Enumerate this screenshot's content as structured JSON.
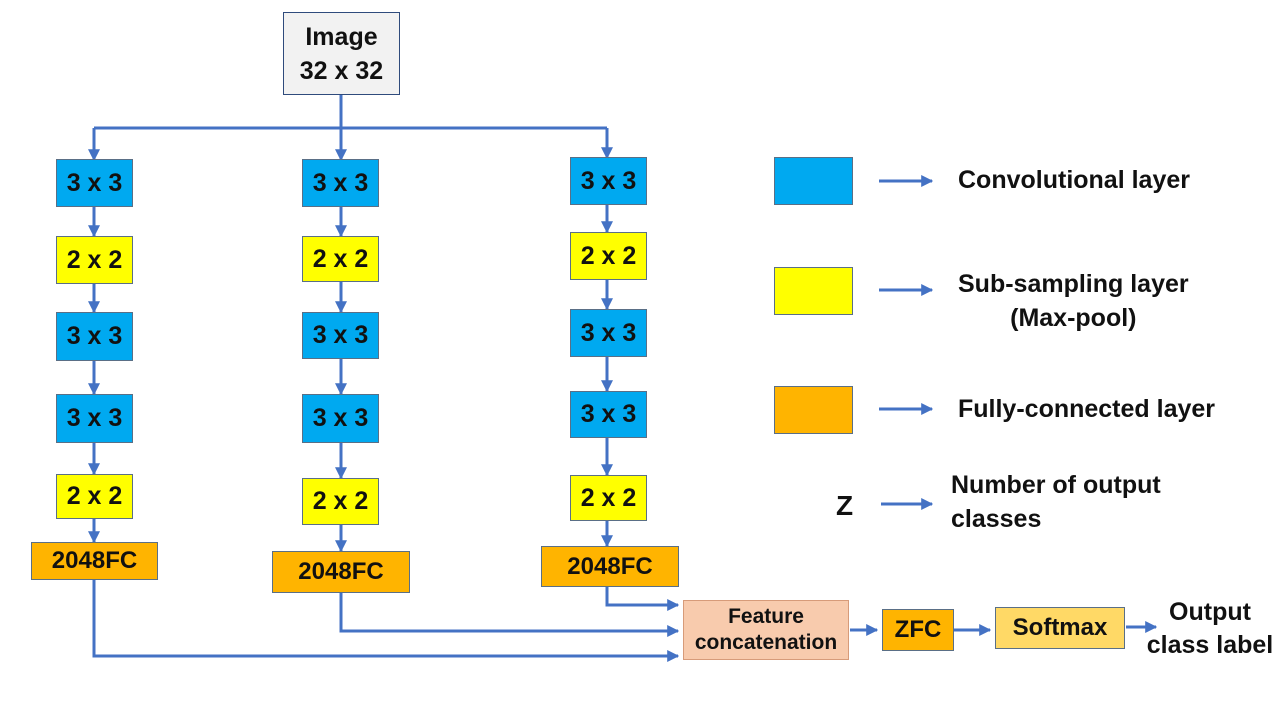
{
  "input": {
    "line1": "Image",
    "line2": "32 x 32"
  },
  "branches": [
    {
      "layers": [
        "3 x 3",
        "2 x 2",
        "3 x 3",
        "3 x 3",
        "2 x 2"
      ],
      "fc": "2048FC"
    },
    {
      "layers": [
        "3 x 3",
        "2 x 2",
        "3 x 3",
        "3 x 3",
        "2 x 2"
      ],
      "fc": "2048FC"
    },
    {
      "layers": [
        "3 x 3",
        "2 x 2",
        "3 x 3",
        "3 x 3",
        "2 x 2"
      ],
      "fc": "2048FC"
    }
  ],
  "head": {
    "concat_line1": "Feature",
    "concat_line2": "concatenation",
    "zfc": "ZFC",
    "softmax": "Softmax",
    "output_line1": "Output",
    "output_line2": "class label"
  },
  "legend": {
    "conv": "Convolutional layer",
    "pool_line1": "Sub-sampling layer",
    "pool_line2": "(Max-pool)",
    "fc": "Fully-connected layer",
    "z_symbol": "Z",
    "z_line1": "Number of output",
    "z_line2": "classes"
  },
  "colors": {
    "conv": "#00a9f0",
    "pool": "#ffff00",
    "fc": "#ffb400",
    "concat": "#f8cbad",
    "softmax": "#ffd966",
    "arrow": "#4472c4"
  }
}
